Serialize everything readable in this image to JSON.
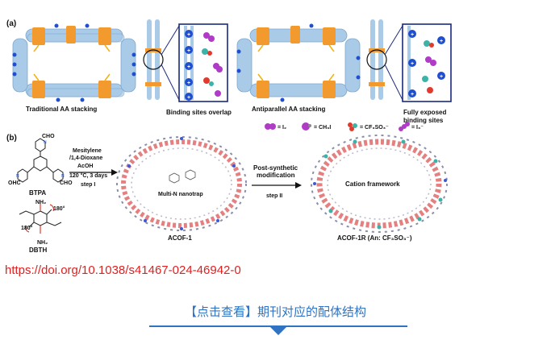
{
  "panel_a": {
    "letter": "(a)",
    "traditional_label": "Traditional AA stacking",
    "overlap_label": "Binding sites overlap",
    "antiparallel_label": "Antiparallel AA stacking",
    "exposed_label_line1": "Fully exposed",
    "exposed_label_line2": "binding sites",
    "legend": {
      "i2": "= I₂",
      "ch3i": "= CH₃I",
      "cf3so3": "= CF₃SO₃⁻",
      "i3": "= I₃⁻"
    }
  },
  "panel_b": {
    "letter": "(b)",
    "cho_top": "CHO",
    "ohc_left": "OHC",
    "cho_right": "CHO",
    "btpa": "BTPA",
    "nh2_top": "NH₂",
    "angle_top": "180°",
    "angle_bottom": "180°",
    "nh2_bottom": "NH₂",
    "dbth": "DBTH",
    "conditions": [
      "Mesitylene",
      "/1,4-Dioxane",
      "AcOH",
      "120 °C, 3 days"
    ],
    "step1": "step I",
    "nanotrap": "Multi-N nanotrap",
    "acof1": "ACOF-1",
    "psm_line1": "Post-synthetic",
    "psm_line2": "modification",
    "step2": "step II",
    "cation_framework": "Cation framework",
    "acof1r": "ACOF-1R (An: CF₃SO₃⁻)"
  },
  "doi_link": "https://doi.org/10.1038/s41467-024-46942-0",
  "cta": "【点击查看】期刊对应的配体结构",
  "colors": {
    "link": "#e02020",
    "cta": "#2f73c2",
    "frame_blue": "#9fc3e2",
    "node_orange": "#f29a2e",
    "box_navy": "#1b2a80"
  }
}
